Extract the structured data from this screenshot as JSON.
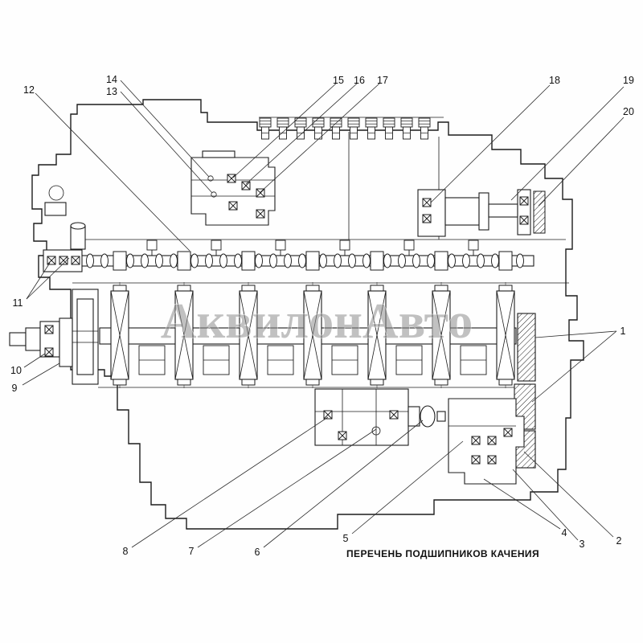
{
  "watermark": "АквилонАвто",
  "caption": "ПЕРЕЧЕНЬ ПОДШИПНИКОВ КАЧЕНИЯ",
  "colors": {
    "line": "#1c1c1c",
    "watermark": "#8f8f8f",
    "background": "#fefefe"
  },
  "callouts": {
    "n1": "1",
    "n2": "2",
    "n3": "3",
    "n4": "4",
    "n5": "5",
    "n6": "6",
    "n7": "7",
    "n8": "8",
    "n9": "9",
    "n10": "10",
    "n11": "11",
    "n12": "12",
    "n13": "13",
    "n14": "14",
    "n15": "15",
    "n16": "16",
    "n17": "17",
    "n18": "18",
    "n19": "19",
    "n20": "20"
  }
}
